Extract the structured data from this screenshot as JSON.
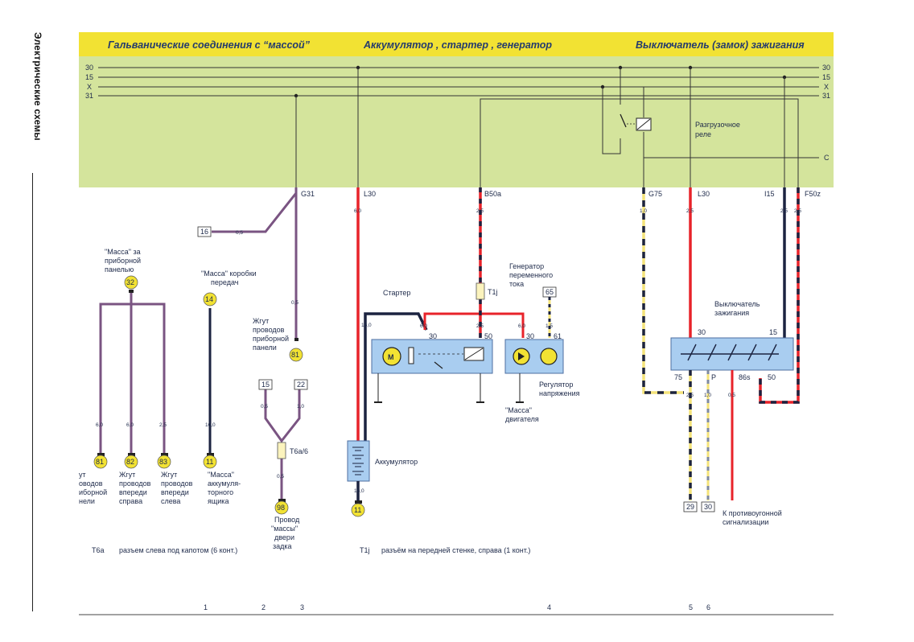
{
  "side_title": "Электрические схемы",
  "header": {
    "section_1": "Гальванические соединения с “массой”",
    "section_2": "Аккумулятор , стартер , генератор",
    "section_3": "Выключатель (замок) зажигания"
  },
  "buses": {
    "left": [
      "30",
      "15",
      "X",
      "31"
    ],
    "right": [
      "30",
      "15",
      "X",
      "31"
    ],
    "c_label": "C"
  },
  "relay": {
    "label_1": "Разгрузочное",
    "label_2": "реле"
  },
  "wire_labels": {
    "g31": "G31",
    "l30_left": "L30",
    "b50a": "B50a",
    "g75": "G75",
    "l30_right": "L30",
    "i15": "I15",
    "f50z": "F50z"
  },
  "gauges": {
    "l30_left": "6,0",
    "b50a": "2,5",
    "g75": "1,0",
    "l30_right": "2,5",
    "i15": "2,5",
    "f50z": "2,5",
    "w16": "0,5",
    "g31_down": "0,5",
    "starter_red": "6,0",
    "starter_black": "16,0",
    "starter_50": "2,5",
    "gen_30": "6,0",
    "gen_61": "1,5",
    "w15": "0,5",
    "w22": "1,0",
    "t6a": "0,5",
    "m32_left": "6,0",
    "m32_mid": "6,0",
    "m32_right": "2,5",
    "m14": "16,0",
    "batt": "16,0",
    "out_29": "2,5",
    "out_30": "1,0",
    "out_alarm": "0,5"
  },
  "mass_panel": {
    "line_1": "\"Масса\" за",
    "line_2": "приборной",
    "line_3": "панелью",
    "node": "32"
  },
  "mass_gearbox": {
    "line_1": "\"Масса\" коробки",
    "line_2": "передач",
    "node": "14"
  },
  "harness_panel": {
    "line_1": "Жгут",
    "line_2": "проводов",
    "line_3": "приборной",
    "line_4": "панели",
    "node": "81"
  },
  "connectors": {
    "c16": "16",
    "c15": "15",
    "c22": "22",
    "c65": "65",
    "c29": "29",
    "c30": "30"
  },
  "t6a": "T6a/6",
  "trunk_wire": {
    "line_1": "Провод",
    "line_2": "\"массы\"",
    "line_3": "двери",
    "line_4": "задка",
    "node": "98"
  },
  "bottom_nodes": [
    {
      "node": "81",
      "lines": [
        "ут",
        "оводов",
        "иборной",
        "нели"
      ]
    },
    {
      "node": "82",
      "lines": [
        "Жгут",
        "проводов",
        "впереди",
        "справа"
      ]
    },
    {
      "node": "83",
      "lines": [
        "Жгут",
        "проводов",
        "впереди",
        "слева"
      ]
    },
    {
      "node": "11",
      "lines": [
        "\"Масса\"",
        "аккумуля-",
        "торного",
        "ящика"
      ]
    }
  ],
  "starter": {
    "label": "Стартер",
    "term_30": "30",
    "term_50": "50",
    "motor": "M"
  },
  "generator": {
    "line_1": "Генератор",
    "line_2": "переменного",
    "line_3": "тока",
    "term_30": "30",
    "term_61": "61",
    "t1j": "T1j",
    "regulator_1": "Регулятор",
    "regulator_2": "напряжения",
    "mass_1": "\"Масса\"",
    "mass_2": "двигателя"
  },
  "battery": {
    "label": "Аккумулятор",
    "node": "11"
  },
  "ignition": {
    "line_1": "Выключатель",
    "line_2": "зажигания",
    "term_30": "30",
    "term_15": "15",
    "term_75": "75",
    "term_p": "P",
    "term_86s": "86s",
    "term_50": "50"
  },
  "alarm": {
    "line_1": "К противоугонной",
    "line_2": "сигнализации"
  },
  "legend": {
    "t6a_code": "T6a",
    "t6a_desc": "разъем слева под капотом (6 конт.)",
    "t1j_code": "T1j",
    "t1j_desc": "разъём на передней стенке, справа (1 конт.)"
  },
  "columns": [
    "1",
    "2",
    "3",
    "4",
    "5",
    "6"
  ],
  "colors": {
    "header_bg": "#f2e233",
    "panel_bg": "#d4e49c",
    "wire_red": "#e8232a",
    "wire_black": "#1c2340",
    "wire_purple": "#7a5482",
    "wire_yellow": "#f4e37a",
    "component_bg": "#a9cdf0",
    "node_yellow": "#f2e233"
  }
}
